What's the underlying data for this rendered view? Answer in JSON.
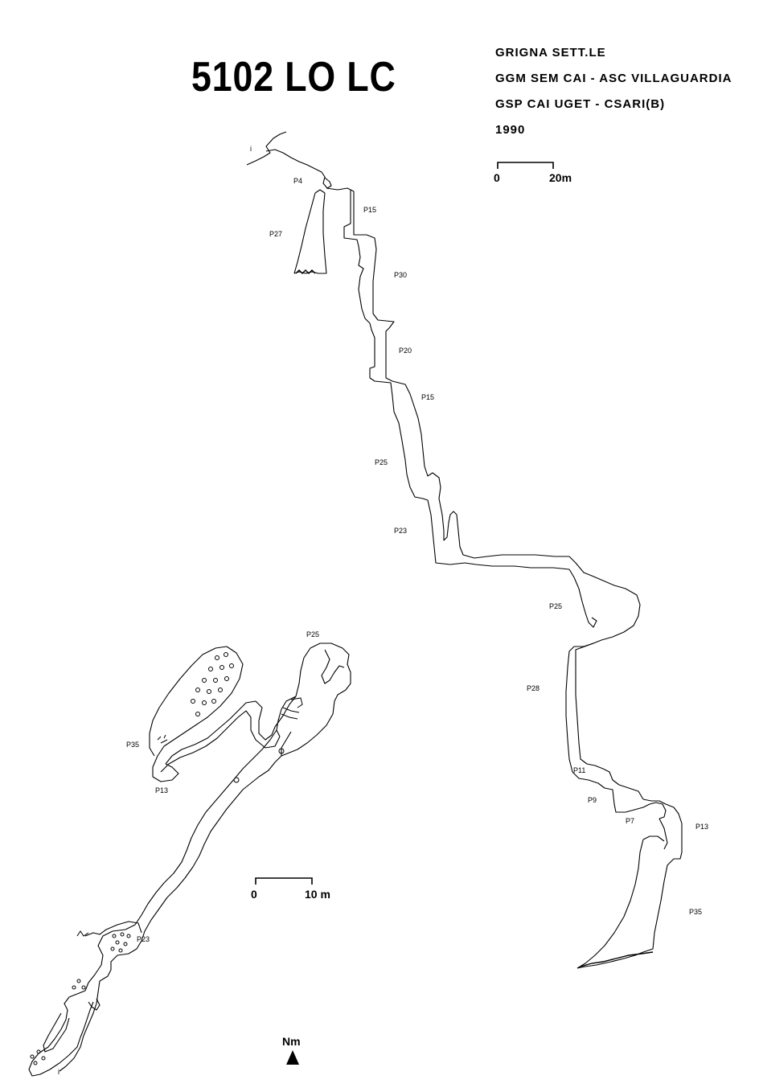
{
  "title": "5102 LO LC",
  "info": {
    "line1": "GRIGNA SETT.LE",
    "line2": "GGM SEM CAI - ASC VILLAGUARDIA",
    "line3": "GSP CAI UGET - CSARI(B)",
    "line4": "1990"
  },
  "section_labels": {
    "entrance": "i",
    "p4": "P4",
    "p27": "P27",
    "p15a": "P15",
    "p30": "P30",
    "p20": "P20",
    "p15b": "P15",
    "p25a": "P25",
    "p23a": "P23",
    "p25b": "P25",
    "p28": "P28",
    "p11": "P11",
    "p9": "P9",
    "p7": "P7",
    "p13a": "P13",
    "p35a": "P35"
  },
  "plan_labels": {
    "p25": "P25",
    "p35": "P35",
    "p13": "P13",
    "p23": "P23",
    "entrance": "i"
  },
  "scale_section": {
    "zero": "0",
    "end": "20m"
  },
  "scale_plan": {
    "zero": "0",
    "end": "10 m"
  },
  "north": "Nm"
}
